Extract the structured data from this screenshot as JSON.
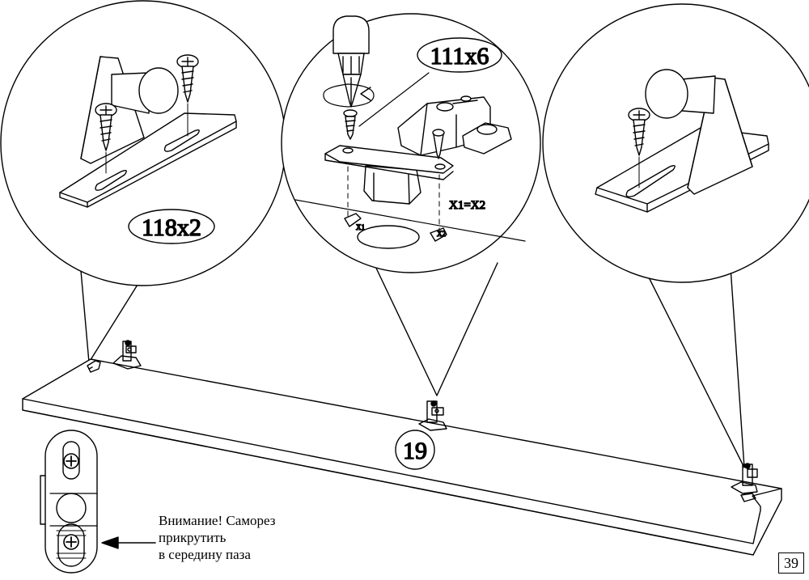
{
  "callouts": {
    "left_screw_label": "118x2",
    "middle_screw_label": "111x6",
    "middle_equation": "X1=X2",
    "middle_x1": "X1",
    "middle_x2": "X2"
  },
  "board": {
    "part_number": "19"
  },
  "note": {
    "line1": "Внимание! Саморез",
    "line2": "прикрутить",
    "line3": "в середину паза"
  },
  "page": {
    "number": "39"
  }
}
